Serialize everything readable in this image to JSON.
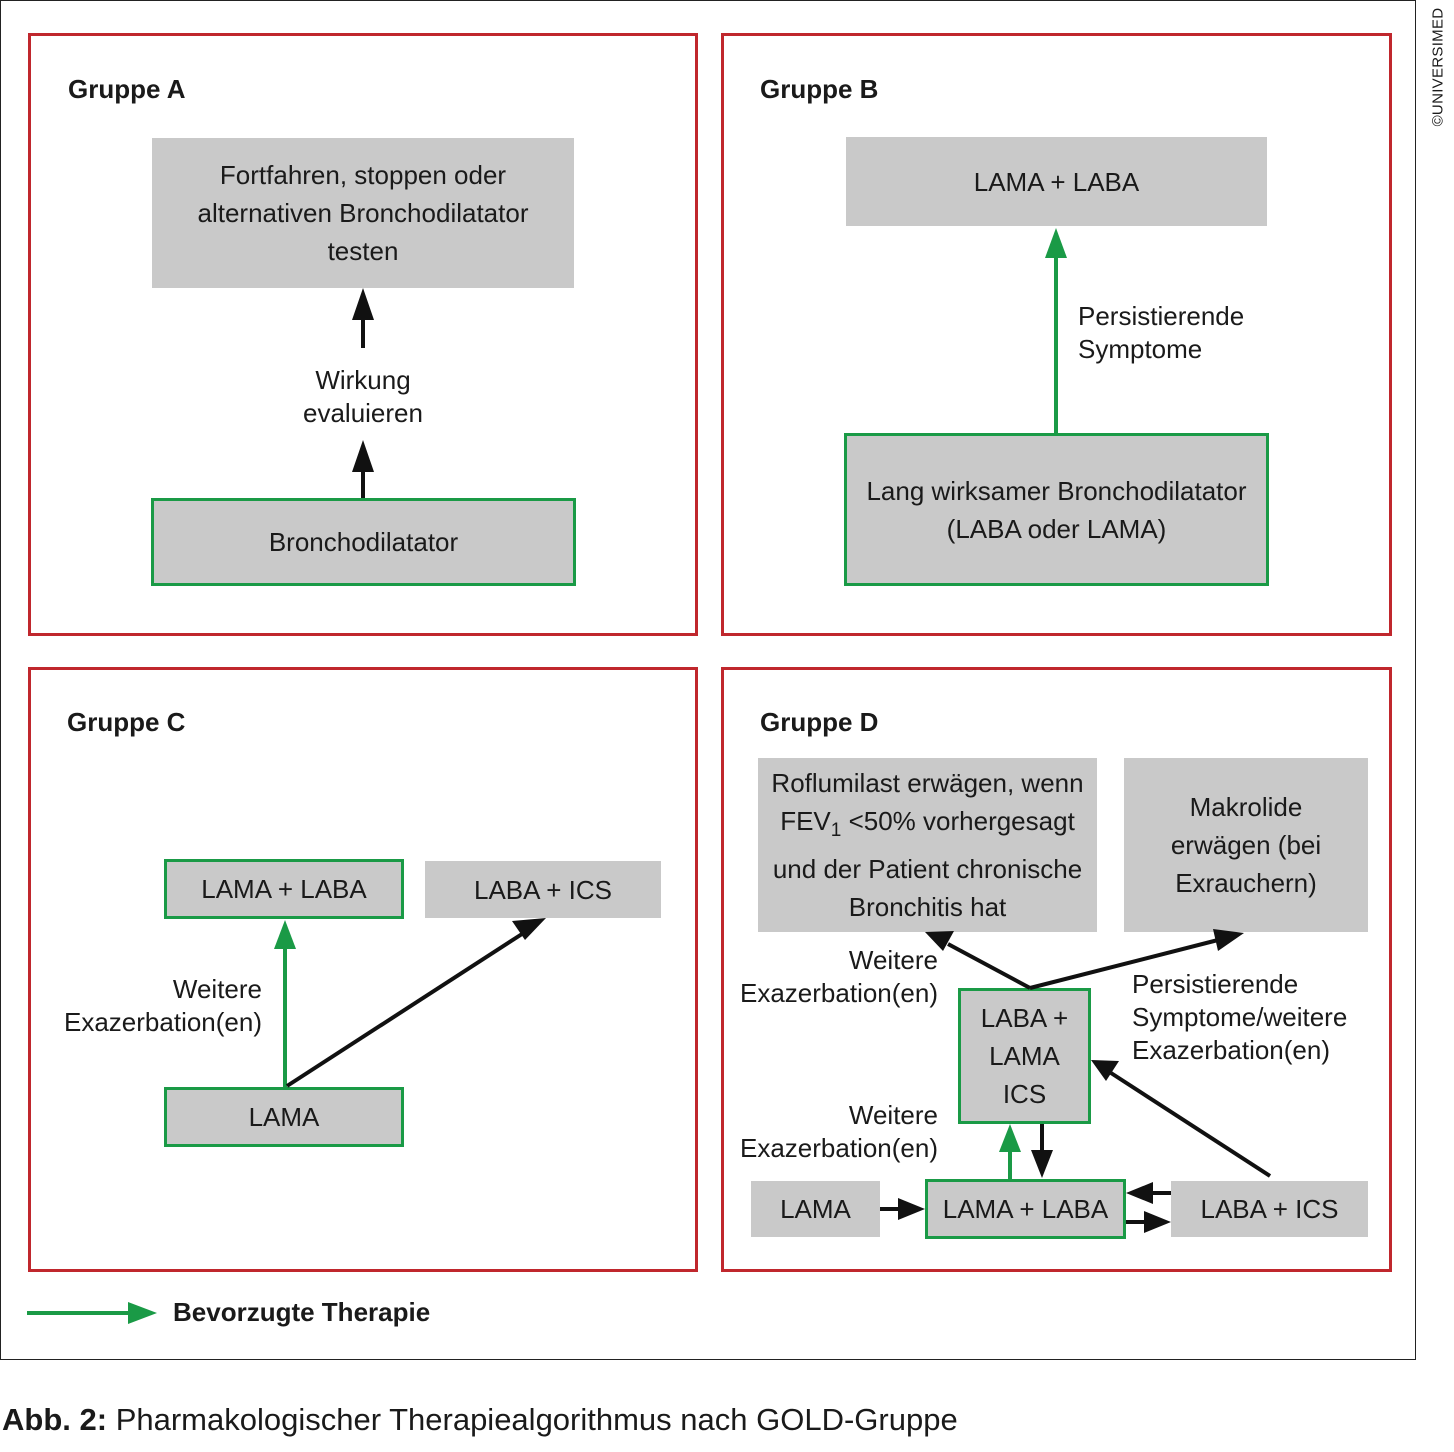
{
  "copyright": "©UNIVERSIMED",
  "legend": {
    "label": "Bevorzugte Therapie"
  },
  "caption": {
    "prefix": "Abb. 2:",
    "text": "Pharmakologischer Therapiealgorithmus nach GOLD-Gruppe"
  },
  "colors": {
    "panel_border": "#c0272d",
    "preferred": "#1a9a46",
    "box_fill": "#c9c9c9"
  },
  "groups": {
    "a": {
      "title": "Gruppe A",
      "top_box": "Fortfahren, stoppen oder alternativen Bronchodilatator testen",
      "label": "Wirkung evaluieren",
      "bottom_box": "Bronchodilatator"
    },
    "b": {
      "title": "Gruppe B",
      "top_box": "LAMA + LABA",
      "label": "Persistierende Symptome",
      "bottom_box": "Lang wirksamer Bronchodilatator (LABA oder LAMA)"
    },
    "c": {
      "title": "Gruppe C",
      "box_lama_laba": "LAMA + LABA",
      "box_laba_ics": "LABA + ICS",
      "label": "Weitere Exazerbation(en)",
      "box_lama": "LAMA"
    },
    "d": {
      "title": "Gruppe D",
      "roflumilast": {
        "line1": "Roflumilast erwägen, wenn",
        "line2_pre": "FEV",
        "line2_sub": "1",
        "line2_post": " <50% vorhergesagt",
        "line3": "und der Patient chronische",
        "line4": "Bronchitis hat"
      },
      "makrolide": "Makrolide erwägen (bei Exrauchern)",
      "label_exac_top": "Weitere Exazerbation(en)",
      "label_persist": "Persistierende Symptome/weitere Exazerbation(en)",
      "triple": "LABA + LAMA ICS",
      "label_exac_bottom": "Weitere Exazerbation(en)",
      "box_lama": "LAMA",
      "box_lama_laba": "LAMA + LABA",
      "box_laba_ics": "LABA + ICS"
    }
  }
}
